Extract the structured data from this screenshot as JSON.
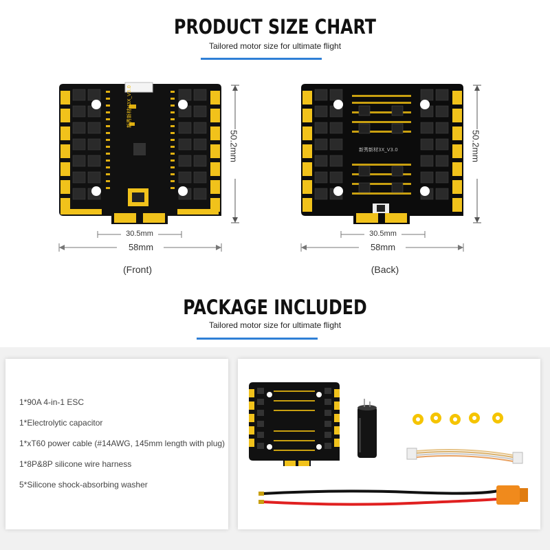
{
  "size_chart": {
    "title": "PRODUCT SIZE CHART",
    "subtitle": "Tailored motor size for ultimate flight",
    "front": {
      "caption": "(Front)",
      "height_label": "50.2mm",
      "mount_label": "30.5mm",
      "width_label": "58mm",
      "silk_text": "新秀新材H3X_V3.0"
    },
    "back": {
      "caption": "(Back)",
      "height_label": "50.2mm",
      "mount_label": "30.5mm",
      "width_label": "58mm",
      "silk_text": "新秀新材3X_V3.0"
    }
  },
  "package": {
    "title": "PACKAGE INCLUDED",
    "subtitle": "Tailored motor size for ultimate flight",
    "items": [
      "1*90A 4-in-1 ESC",
      "1*Electrolytic capacitor",
      "1*xT60 power cable (#14AWG, 145mm length with plug)",
      "1*8P&8P silicone wire harness",
      "5*Silicone shock-absorbing washer"
    ]
  },
  "colors": {
    "accent": "#2f7fd6",
    "pcb": "#101010",
    "pad": "#f1c21b",
    "xt60": "#f08a1c",
    "washer": "#f5c400"
  }
}
